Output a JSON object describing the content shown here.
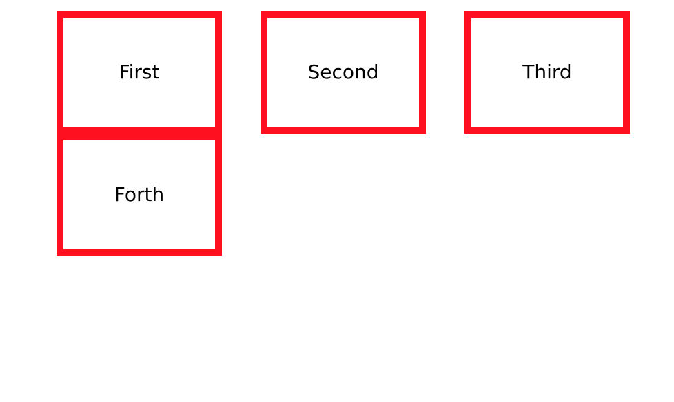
{
  "cards": [
    {
      "label": "First"
    },
    {
      "label": "Second"
    },
    {
      "label": "Third"
    },
    {
      "label": "Forth"
    }
  ],
  "colors": {
    "border": "#ff1020",
    "text": "#000000",
    "background": "#ffffff"
  }
}
